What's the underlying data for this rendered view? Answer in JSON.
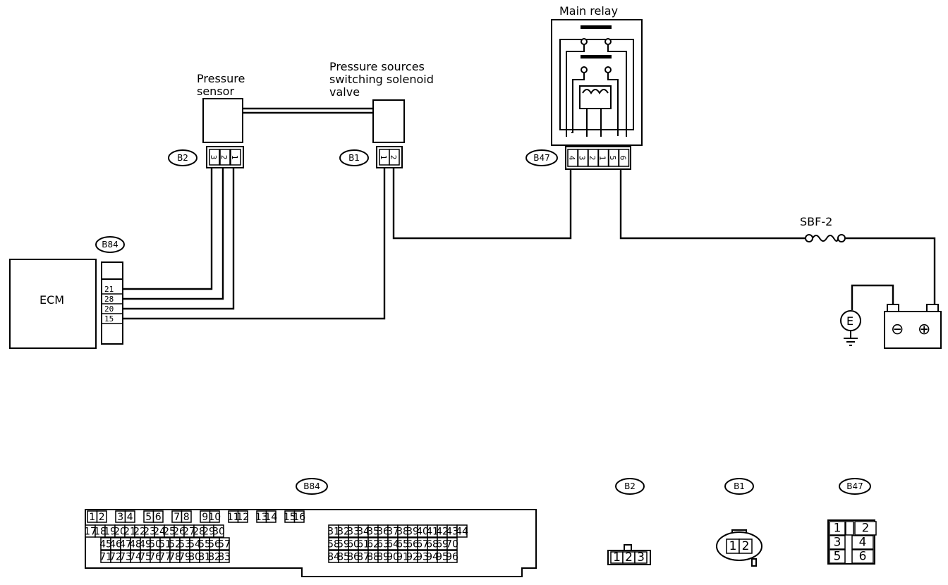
{
  "labels": {
    "main_relay": "Main relay",
    "pressure_sensor_line1": "Pressure",
    "pressure_sensor_line2": "sensor",
    "solenoid_line1": "Pressure sources",
    "solenoid_line2": "switching solenoid",
    "solenoid_line3": "valve",
    "ecm": "ECM",
    "fuse": "SBF-2"
  },
  "connector_tags": {
    "b2": "B2",
    "b1": "B1",
    "b47": "B47",
    "b84": "B84"
  },
  "pins": {
    "b2": [
      "3",
      "2",
      "1"
    ],
    "b1": [
      "1",
      "2"
    ],
    "b47": [
      "4",
      "3",
      "2",
      "1",
      "5",
      "6"
    ],
    "ecm": [
      "21",
      "28",
      "20",
      "15"
    ]
  },
  "battery": {
    "neg": "⊖",
    "pos": "⊕"
  },
  "generator": {
    "symbol": "E"
  },
  "views": {
    "b84_tag": "B84",
    "b2_tag": "B2",
    "b1_tag": "B1",
    "b47_tag": "B47",
    "b84_rows": [
      [
        "1",
        "2",
        "",
        "3",
        "4",
        "",
        "5",
        "6",
        "",
        "7",
        "8",
        "",
        "9",
        "10",
        "",
        "11",
        "12",
        "",
        "13",
        "14",
        "",
        "15",
        "16"
      ],
      [
        "17",
        "18",
        "19",
        "20",
        "21",
        "22",
        "23",
        "24",
        "25",
        "26",
        "27",
        "28",
        "29",
        "30",
        "31",
        "32",
        "33",
        "34",
        "35",
        "36",
        "37",
        "38",
        "39",
        "40",
        "41",
        "42",
        "43",
        "44"
      ],
      [
        "45",
        "46",
        "47",
        "48",
        "49",
        "50",
        "51",
        "52",
        "53",
        "54",
        "55",
        "56",
        "57",
        "58",
        "59",
        "60",
        "61",
        "62",
        "63",
        "64",
        "65",
        "66",
        "67",
        "68",
        "69",
        "70"
      ],
      [
        "71",
        "72",
        "73",
        "74",
        "75",
        "76",
        "77",
        "78",
        "79",
        "80",
        "81",
        "82",
        "83",
        "84",
        "85",
        "86",
        "87",
        "88",
        "89",
        "90",
        "91",
        "92",
        "93",
        "94",
        "95",
        "96"
      ]
    ],
    "b2_cells": [
      "1",
      "2",
      "3"
    ],
    "b1_cells": [
      "1",
      "2"
    ],
    "b47_cells": [
      "1",
      "2",
      "3",
      "4",
      "5",
      "6"
    ]
  }
}
